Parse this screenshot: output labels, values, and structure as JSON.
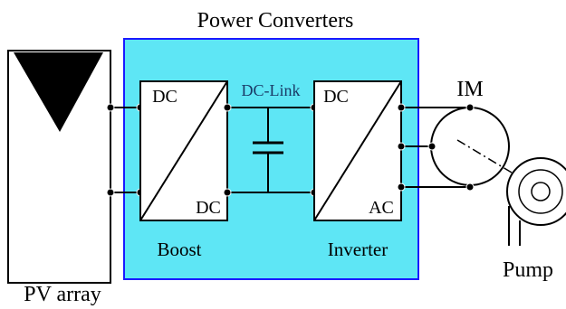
{
  "diagram": {
    "title": "Power Converters",
    "pv_label": "PV array",
    "dc_link_label": "DC-Link",
    "boost": {
      "label": "Boost",
      "input_label": "DC",
      "output_label": "DC"
    },
    "inverter": {
      "label": "Inverter",
      "input_label": "DC",
      "output_label": "AC"
    },
    "motor_label": "IM",
    "pump_label": "Pump",
    "colors": {
      "converter_panel_fill": "#5ee6f5",
      "converter_panel_border": "#1a1aff",
      "lines": "#000000"
    }
  }
}
